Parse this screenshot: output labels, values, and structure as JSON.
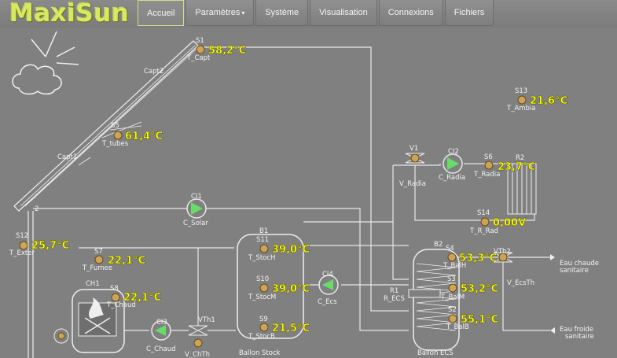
{
  "app": {
    "logo": "MaxiSun"
  },
  "nav": [
    {
      "label": "Accueil",
      "active": true
    },
    {
      "label": "Paramètres",
      "dropdown": true
    },
    {
      "label": "Système"
    },
    {
      "label": "Visualisation"
    },
    {
      "label": "Connexions"
    },
    {
      "label": "Fichiers"
    }
  ],
  "sensors": {
    "s1": {
      "id": "S1",
      "name": "T_Capt",
      "value": "58,2°C"
    },
    "s5": {
      "id": "S5",
      "name": "T_tubes",
      "value": "61,4°C"
    },
    "s12": {
      "id": "S12",
      "name": "T_Exter",
      "value": "25,7°C"
    },
    "s7": {
      "id": "S7",
      "name": "T_Fumee",
      "value": "22,1°C"
    },
    "s8": {
      "id": "S8",
      "name": "T_Chaud",
      "value": "22,1°C"
    },
    "s11": {
      "id": "S11",
      "name": "T_StocH",
      "value": "39,0°C"
    },
    "s10": {
      "id": "S10",
      "name": "T_StocM",
      "value": "39,0°C"
    },
    "s9": {
      "id": "S9",
      "name": "T_StocB",
      "value": "21,5°C"
    },
    "s4": {
      "id": "S4",
      "name": "T_BalH",
      "value": "53,3°C"
    },
    "s3": {
      "id": "S3",
      "name": "T_BalM",
      "value": "53,2°C"
    },
    "s2": {
      "id": "S2",
      "name": "T_BalB",
      "value": "55,1°C"
    },
    "s6": {
      "id": "S6",
      "name": "T_Radia",
      "value": "23,7°C"
    },
    "s13": {
      "id": "S13",
      "name": "T_Ambia",
      "value": "21,6°C"
    },
    "s14": {
      "id": "S14",
      "name": "T_R_Rad",
      "value": "0,00V"
    }
  },
  "components": {
    "capt2": "Capt2",
    "capt1": "Capt1",
    "ci1": {
      "id": "CI1",
      "name": "C_Solar"
    },
    "ci2": {
      "id": "CI2",
      "name": "C_Radia"
    },
    "ci3": {
      "id": "CI3",
      "name": "C_Chaud"
    },
    "ci4": {
      "id": "CI4",
      "name": "C_Ecs"
    },
    "v1": {
      "id": "V1",
      "name": "V_Radia"
    },
    "vth1": {
      "id": "VTh1",
      "name": "V_ChTh"
    },
    "vth2": {
      "id": "VTh2",
      "name": "V_EcsTh"
    },
    "r1": {
      "id": "R1",
      "name": "R_ECS"
    },
    "r2": {
      "id": "R2"
    },
    "b1": {
      "id": "B1",
      "name": "Ballon Stock"
    },
    "b2": {
      "id": "B2",
      "name": "Ballon ECS"
    },
    "ch1": {
      "id": "CH1"
    }
  },
  "labels": {
    "hot_water_1": "Eau chaude",
    "hot_water_2": "sanitaire",
    "cold_water_1": "Eau froide",
    "cold_water_2": "sanitaire"
  },
  "colors": {
    "value": "#ffff00",
    "logo": "#d8e860",
    "background": "#808080"
  }
}
